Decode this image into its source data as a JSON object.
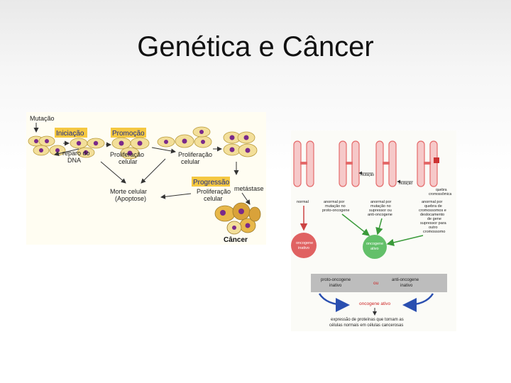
{
  "slide": {
    "title": "Genética e Câncer"
  },
  "left_figure": {
    "mutation": "Mutação",
    "initiation": "Iniciação",
    "promotion": "Promoção",
    "dna_repair_1": "reparo do",
    "dna_repair_2": "DNA",
    "proliferation_1_a": "Proliferação",
    "proliferation_1_b": "celular",
    "proliferation_2_a": "Proliferação",
    "proliferation_2_b": "celular",
    "progression": "Progressão",
    "proliferation_3_a": "Proliferação",
    "proliferation_3_b": "celular",
    "cell_death_a": "Morte celular",
    "cell_death_b": "(Apoptose)",
    "metastasis": "metástase",
    "cancer": "Câncer",
    "colors": {
      "label_bg": "#f5c842",
      "cell": "#f3df9a",
      "nucleus": "#7a2a8a",
      "arrow": "#333333"
    }
  },
  "right_figure": {
    "mutation_1": "mutação",
    "mutation_2": "mutação",
    "chromosome_break_a": "quebra",
    "chromosome_break_b": "cromossômica",
    "normal": "normal",
    "abnormal_proto_a": "anormal por",
    "abnormal_proto_b": "mutação no",
    "abnormal_proto_c": "proto-oncogene",
    "abnormal_supp_a": "anormal por",
    "abnormal_supp_b": "mutação no",
    "abnormal_supp_c": "supressor ou",
    "abnormal_supp_d": "anti-oncogene",
    "abnormal_break_a": "anormal por",
    "abnormal_break_b": "quebra de",
    "abnormal_break_c": "cromossomos e",
    "abnormal_break_d": "deslocamento",
    "abnormal_break_e": "de gene",
    "abnormal_break_f": "supressor para",
    "abnormal_break_g": "outro",
    "abnormal_break_h": "cromossomo",
    "oncogene_inactive_a": "oncogene",
    "oncogene_inactive_b": "inativo",
    "oncogene_active_a": "oncogene",
    "oncogene_active_b": "ativo",
    "proto_inactive_a": "proto-oncogene",
    "proto_inactive_b": "inativo",
    "or": "ou",
    "anti_inactive_a": "anti-oncogene",
    "anti_inactive_b": "inativo",
    "oncogene_active_bottom": "oncogene ativo",
    "expression_a": "expressão de proteínas que tornam as",
    "expression_b": "células normais em células cancerosas",
    "colors": {
      "chromosome": "#e46a6a",
      "red_circle": "#e06262",
      "green_circle": "#63c06a",
      "gray_box": "#bdbdbd",
      "blue_arrow": "#2a4fb0",
      "red_text": "#cc2222"
    }
  }
}
